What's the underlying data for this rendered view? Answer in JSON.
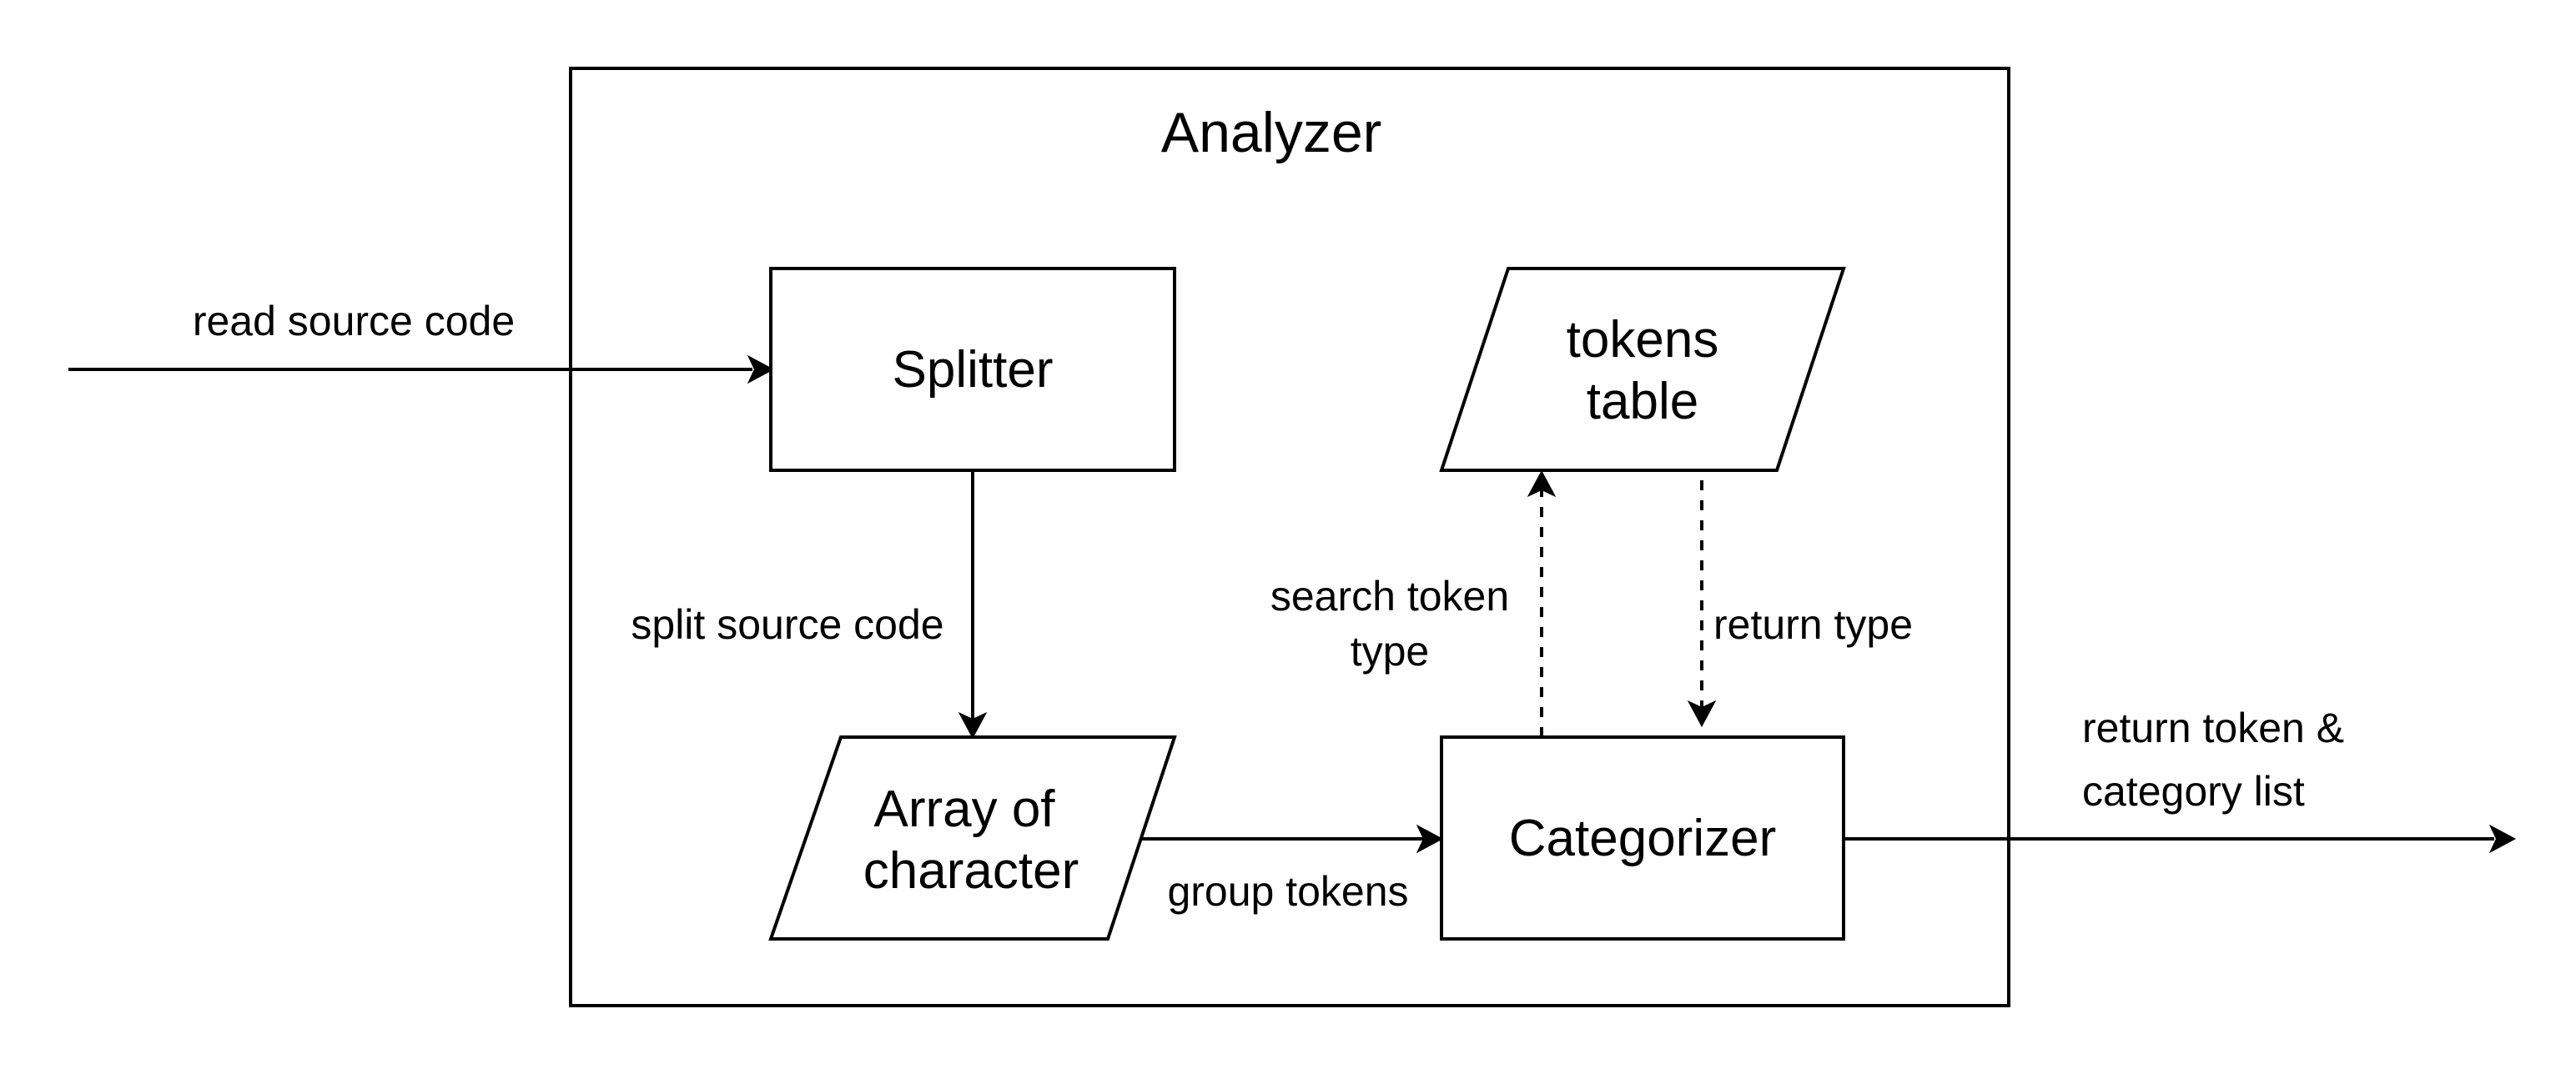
{
  "container": {
    "title": "Analyzer"
  },
  "nodes": {
    "splitter": {
      "label": "Splitter"
    },
    "tokens_table": {
      "line1": "tokens",
      "line2": "table"
    },
    "array_of_character": {
      "line1": "Array of",
      "line2": "character"
    },
    "categorizer": {
      "label": "Categorizer"
    }
  },
  "edges": {
    "read_source_code": "read source code",
    "split_source_code": "split source code",
    "group_tokens": "group tokens",
    "search_token_type": {
      "line1": "search token",
      "line2": "type"
    },
    "return_type": "return type",
    "return_token_list": {
      "line1": "return token &",
      "line2": "category list"
    }
  }
}
